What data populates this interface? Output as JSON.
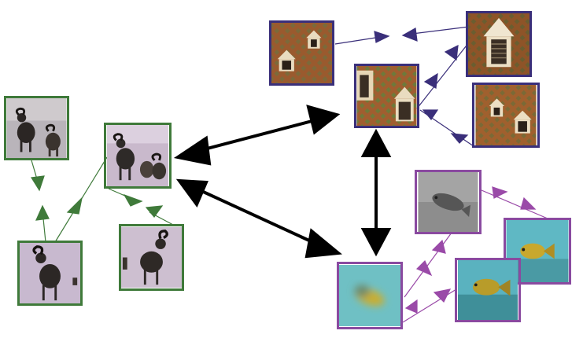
{
  "diagram": {
    "groups": [
      {
        "name": "rams",
        "border_color": "#3f7a3a",
        "arrow_color": "#3f7a3a",
        "image_count": 4
      },
      {
        "name": "houses",
        "border_color": "#3a2f7a",
        "arrow_color": "#3a2f7a",
        "image_count": 4
      },
      {
        "name": "fish",
        "border_color": "#8a4aa0",
        "arrow_color": "#9a4aa8",
        "image_count": 4
      }
    ],
    "connector_color": "#000000",
    "image_subjects": {
      "ram": "bighorn-sheep-photo",
      "roof": "tiled-roof-with-dormer-photo",
      "fish": "underwater-fish-photo"
    }
  }
}
